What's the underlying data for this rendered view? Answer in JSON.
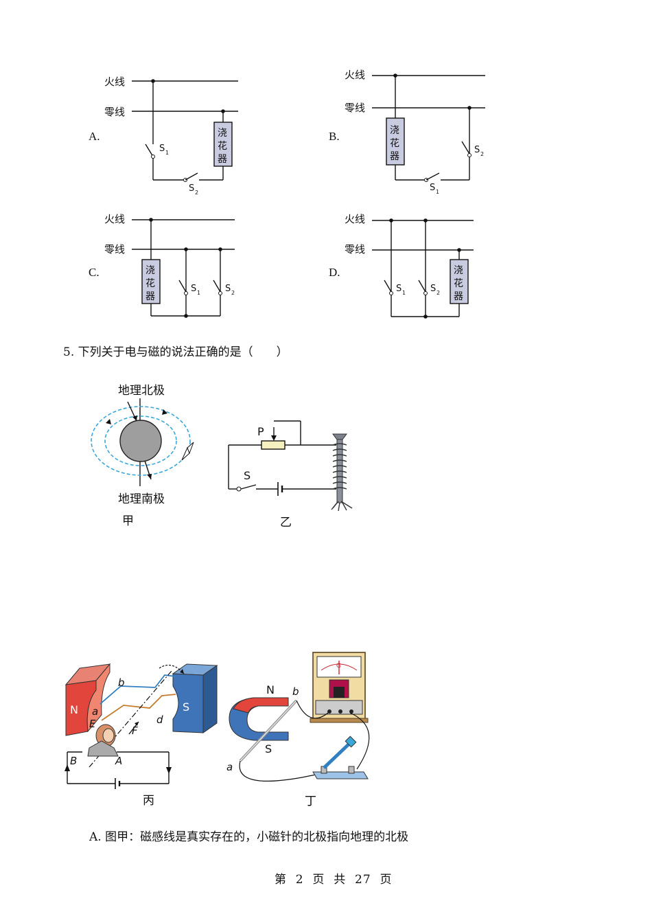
{
  "circuits": {
    "live_label": "火线",
    "neutral_label": "零线",
    "device_label": "浇花器",
    "switch1": "S",
    "switch1_sub": "1",
    "switch2": "S",
    "switch2_sub": "2",
    "options": [
      "A.",
      "B.",
      "C.",
      "D."
    ]
  },
  "question5": {
    "text": "5. 下列关于电与磁的说法正确的是（　　）"
  },
  "figures": {
    "jia": {
      "caption": "甲",
      "north_label": "地理北极",
      "south_label": "地理南极"
    },
    "yi": {
      "caption": "乙",
      "p_label": "P",
      "s_label": "S"
    },
    "bing": {
      "caption": "丙",
      "n": "N",
      "s": "S",
      "a": "a",
      "b": "b",
      "d": "d",
      "e": "E",
      "f": "F",
      "A": "A",
      "B": "B"
    },
    "ding": {
      "caption": "丁",
      "n": "N",
      "s": "S",
      "a": "a",
      "b": "b",
      "g": "G"
    }
  },
  "answer_a": "A. 图甲：磁感线是真实存在的，小磁针的北极指向地理的北极",
  "footer": {
    "text": "第  2  页  共  27  页"
  },
  "colors": {
    "device_fill": "#c9cbe0",
    "field_line": "#3aa7d9",
    "magnet_red": "#e2453c",
    "magnet_blue": "#3f74b8"
  }
}
